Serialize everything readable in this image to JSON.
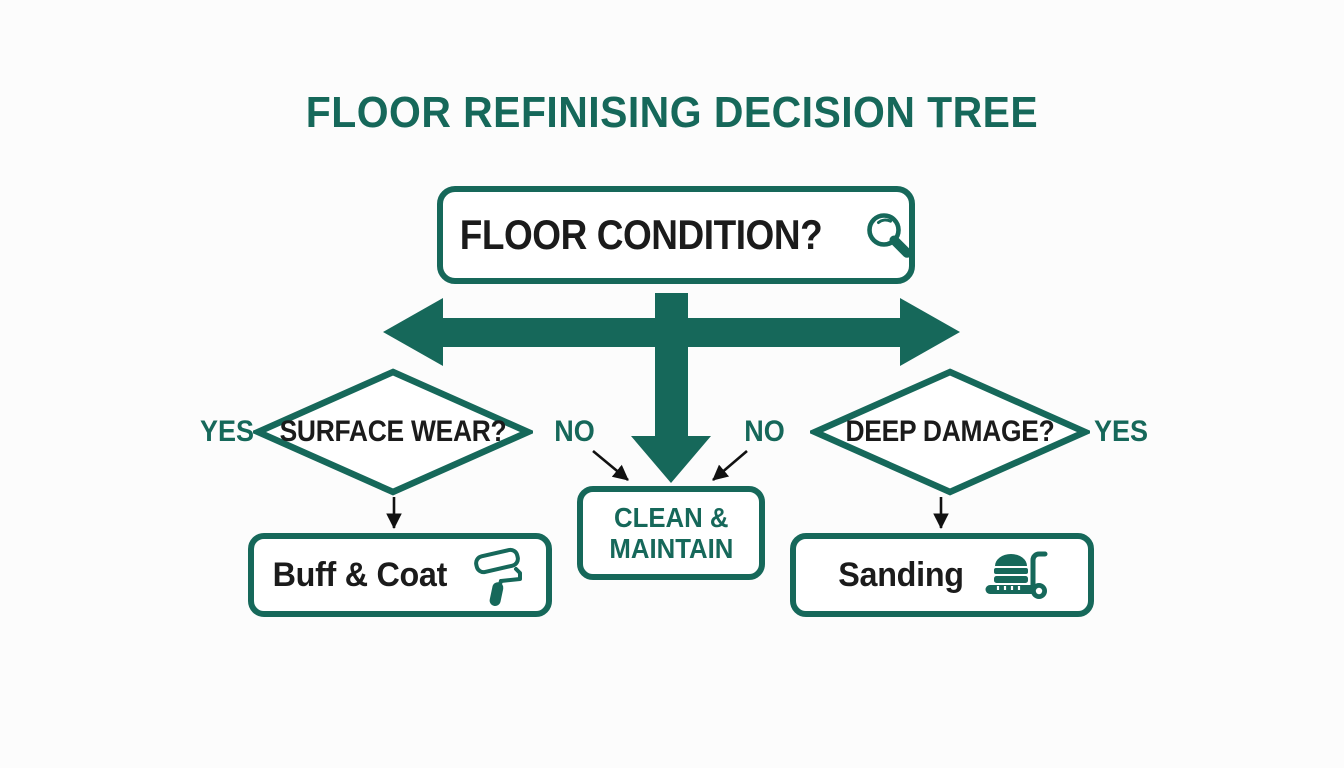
{
  "title": "FLOOR REFINISING DECISION TREE",
  "colors": {
    "accent": "#16685a",
    "text_dark": "#1b1b1b",
    "arrow_thin": "#111111",
    "background": "#fcfcfc",
    "node_fill": "#ffffff"
  },
  "root": {
    "label": "FLOOR CONDITION?",
    "icon": "magnifying-glass-icon"
  },
  "decisions": [
    {
      "id": "surface-wear",
      "label": "SURFACE WEAR?",
      "left_branch": "YES",
      "right_branch": "NO"
    },
    {
      "id": "deep-damage",
      "label": "DEEP DAMAGE?",
      "left_branch": "NO",
      "right_branch": "YES"
    }
  ],
  "outcomes": [
    {
      "id": "buff-and-coat",
      "label": "Buff & Coat",
      "icon": "paint-roller-icon"
    },
    {
      "id": "clean-and-maintain",
      "line1": "CLEAN &",
      "line2": "MAINTAIN",
      "icon": null
    },
    {
      "id": "sanding",
      "label": "Sanding",
      "icon": "floor-sander-icon"
    }
  ],
  "chart_data": {
    "type": "flowchart",
    "title": "FLOOR REFINISING DECISION TREE",
    "nodes": [
      {
        "id": "root",
        "shape": "rounded-rect",
        "text": "FLOOR CONDITION?"
      },
      {
        "id": "surface-wear",
        "shape": "diamond",
        "text": "SURFACE WEAR?"
      },
      {
        "id": "deep-damage",
        "shape": "diamond",
        "text": "DEEP DAMAGE?"
      },
      {
        "id": "buff-and-coat",
        "shape": "rounded-rect",
        "text": "Buff & Coat"
      },
      {
        "id": "clean-and-maintain",
        "shape": "rounded-rect",
        "text": "CLEAN & MAINTAIN"
      },
      {
        "id": "sanding",
        "shape": "rounded-rect",
        "text": "Sanding"
      }
    ],
    "edges": [
      {
        "from": "root",
        "to": "surface-wear",
        "label": ""
      },
      {
        "from": "root",
        "to": "clean-and-maintain",
        "label": ""
      },
      {
        "from": "root",
        "to": "deep-damage",
        "label": ""
      },
      {
        "from": "surface-wear",
        "to": "buff-and-coat",
        "label": "YES"
      },
      {
        "from": "surface-wear",
        "to": "clean-and-maintain",
        "label": "NO"
      },
      {
        "from": "deep-damage",
        "to": "clean-and-maintain",
        "label": "NO"
      },
      {
        "from": "deep-damage",
        "to": "sanding",
        "label": "YES"
      }
    ]
  }
}
